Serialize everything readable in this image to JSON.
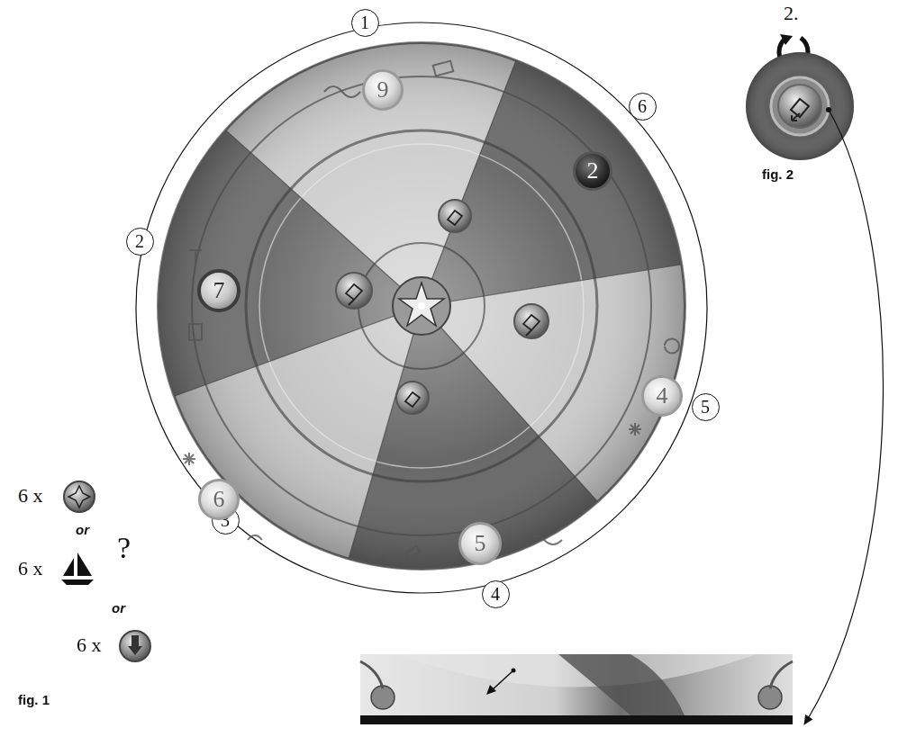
{
  "diagram": {
    "nodes": [
      {
        "text": [
          "1"
        ]
      },
      {
        "text": [
          "6"
        ]
      },
      {
        "text": [
          "2"
        ]
      },
      {
        "text": [
          "5"
        ]
      },
      {
        "text": [
          "3"
        ]
      },
      {
        "text": [
          "4"
        ]
      },
      {
        "text": [
          "9"
        ]
      },
      {
        "text": [
          "2"
        ]
      },
      {
        "text": [
          "7"
        ]
      },
      {
        "text": [
          "4"
        ]
      },
      {
        "text": [
          "6"
        ]
      },
      {
        "text": [
          "5"
        ]
      }
    ],
    "labels": [
      "2.",
      "fig. 2",
      "6 x",
      "or",
      "?",
      "6 x",
      "or",
      "6 x",
      "fig. 1"
    ]
  }
}
